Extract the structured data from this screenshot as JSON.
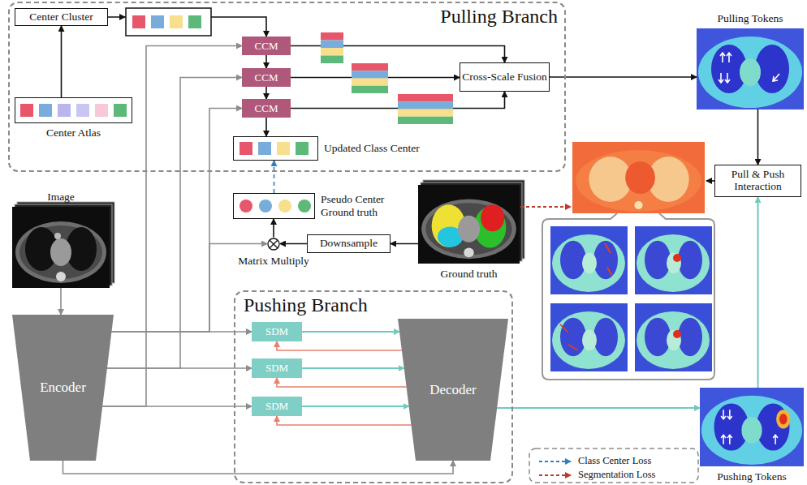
{
  "diagram": {
    "nodes": [
      {
        "text": [
          "Pulling Branch"
        ]
      },
      {
        "text": [
          "Center Cluster"
        ],
        "in": 0
      },
      {
        "text": [
          "CCM"
        ],
        "in": 0
      },
      {
        "text": [
          "CCM"
        ],
        "in": 0
      },
      {
        "text": [
          "CCM"
        ],
        "in": 0
      },
      {
        "text": [
          "Cross-Scale Fusion"
        ],
        "in": 0
      },
      {
        "text": [
          "Center Atlas"
        ],
        "in": 0
      },
      {
        "text": [
          "Updated Class Center"
        ],
        "in": 0
      },
      {
        "text": [
          "Pulling Tokens"
        ]
      },
      {
        "text": [
          "Pull & Push Interaction"
        ]
      },
      {
        "text": [
          "Pseudo Center Ground truth"
        ]
      },
      {
        "text": [
          "Image"
        ]
      },
      {
        "text": [
          "Matrix Multiply"
        ]
      },
      {
        "text": [
          "Downsample"
        ]
      },
      {
        "text": [
          "Ground truth"
        ]
      },
      {
        "text": [
          "Pushing Branch"
        ]
      },
      {
        "text": [
          "SDM"
        ],
        "in": 15
      },
      {
        "text": [
          "SDM"
        ],
        "in": 15
      },
      {
        "text": [
          "SDM"
        ],
        "in": 15
      },
      {
        "text": [
          "Encoder"
        ]
      },
      {
        "text": [
          "Decoder"
        ],
        "in": 15
      },
      {
        "text": [
          "Pushing Tokens"
        ]
      }
    ],
    "edges": [
      {
        "from": 6,
        "to": 1,
        "arrow": "to"
      },
      {
        "from": 1,
        "to": 2,
        "arrow": "to"
      },
      {
        "from": 2,
        "to": 3,
        "arrow": "to"
      },
      {
        "from": 3,
        "to": 4,
        "arrow": "to"
      },
      {
        "from": 4,
        "to": 7,
        "arrow": "to"
      },
      {
        "from": 2,
        "to": 5,
        "arrow": "to"
      },
      {
        "from": 3,
        "to": 5,
        "arrow": "to"
      },
      {
        "from": 4,
        "to": 5,
        "arrow": "to"
      },
      {
        "from": 5,
        "to": 8,
        "arrow": "to"
      },
      {
        "from": 8,
        "to": 9,
        "arrow": "to"
      },
      {
        "from": 21,
        "to": 9,
        "arrow": "to"
      },
      {
        "from": 10,
        "to": 7,
        "arrow": "to"
      },
      {
        "from": 11,
        "to": 19,
        "arrow": "to"
      },
      {
        "from": 14,
        "to": 13,
        "arrow": "to"
      },
      {
        "from": 13,
        "to": 12,
        "arrow": "to"
      },
      {
        "from": 19,
        "to": 12,
        "arrow": "to"
      },
      {
        "from": 12,
        "to": 10,
        "arrow": "to"
      },
      {
        "from": 19,
        "to": 2,
        "arrow": "to"
      },
      {
        "from": 19,
        "to": 3,
        "arrow": "to"
      },
      {
        "from": 19,
        "to": 4,
        "arrow": "to"
      },
      {
        "from": 19,
        "to": 16,
        "arrow": "to"
      },
      {
        "from": 19,
        "to": 17,
        "arrow": "to"
      },
      {
        "from": 19,
        "to": 18,
        "arrow": "to"
      },
      {
        "from": 16,
        "to": 20,
        "arrow": "to"
      },
      {
        "from": 17,
        "to": 20,
        "arrow": "to"
      },
      {
        "from": 18,
        "to": 20,
        "arrow": "to"
      },
      {
        "from": 20,
        "to": 16,
        "arrow": "to"
      },
      {
        "from": 20,
        "to": 17,
        "arrow": "to"
      },
      {
        "from": 20,
        "to": 18,
        "arrow": "to"
      },
      {
        "from": 19,
        "to": 20,
        "arrow": "to"
      },
      {
        "from": 20,
        "to": 21,
        "arrow": "to"
      }
    ],
    "legend": [
      {
        "text": "Class Center Loss"
      },
      {
        "text": "Segmentation Loss"
      }
    ]
  }
}
